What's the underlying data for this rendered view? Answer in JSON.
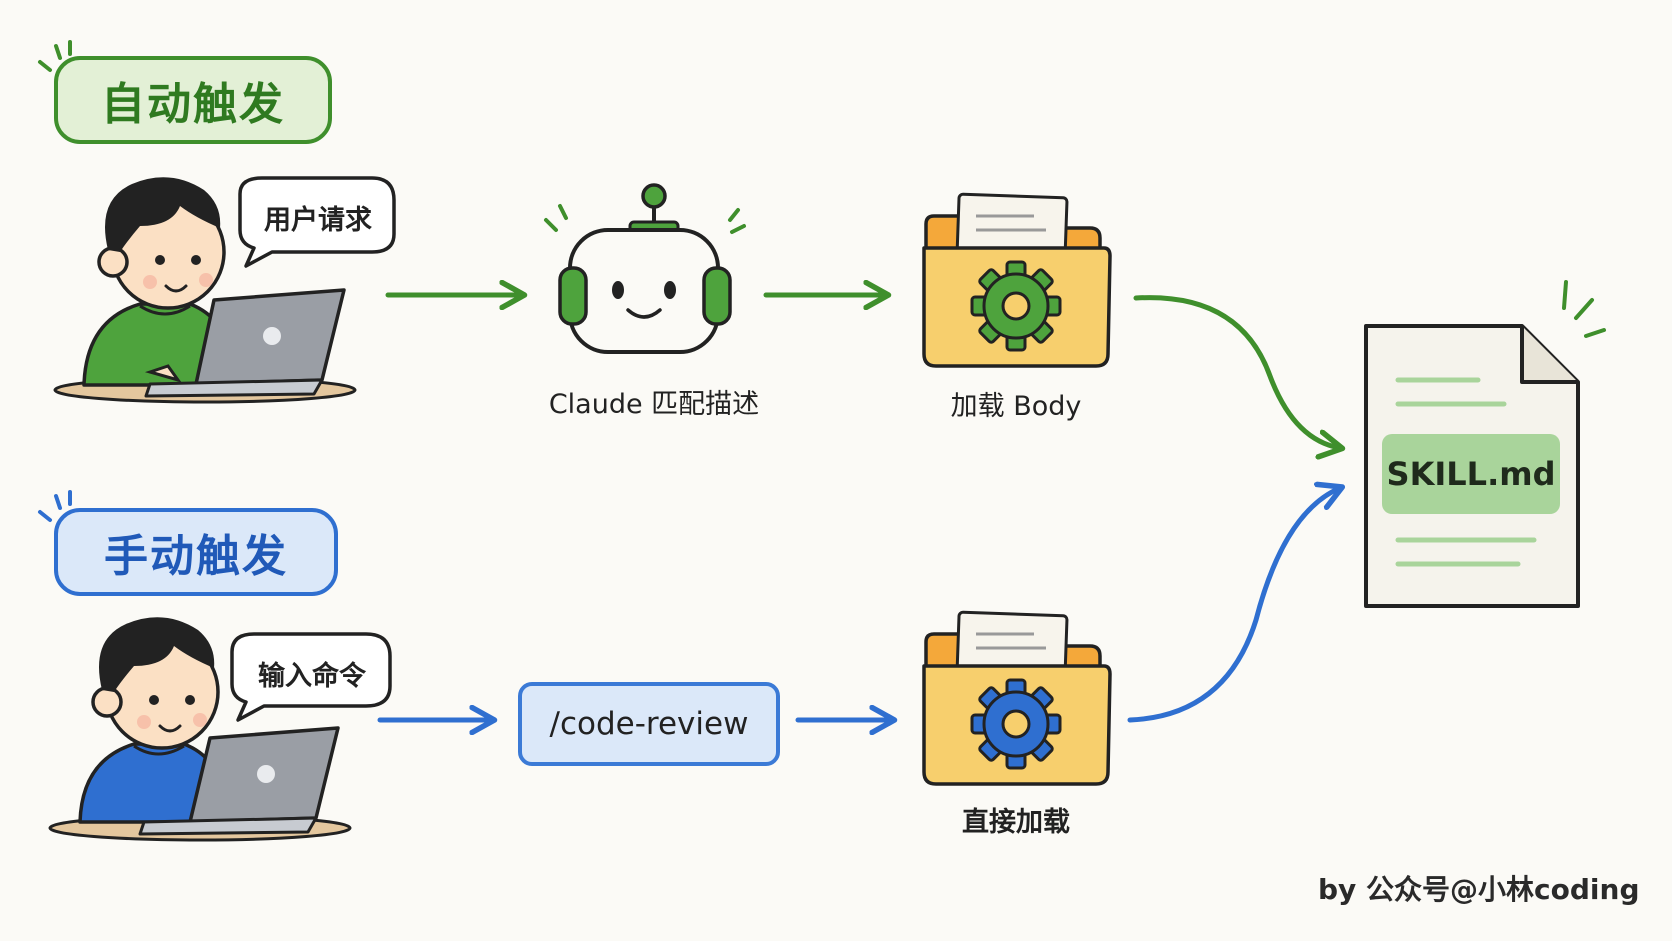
{
  "auto": {
    "title": "自动触发",
    "bubble": "用户请求",
    "step1_caption": "Claude 匹配描述",
    "step2_caption": "加载 Body"
  },
  "manual": {
    "title": "手动触发",
    "bubble": "输入命令",
    "command": "/code-review",
    "step2_caption": "直接加载"
  },
  "target": {
    "file_label": "SKILL.md"
  },
  "credit": "by 公众号@小林coding",
  "colors": {
    "background": "#fbfaf6",
    "green_path": "#3f8f2c",
    "blue_path": "#2f6fd0",
    "folder": "#f7cf6d",
    "folder_tab": "#f4a83a",
    "document": "#f5f3ec"
  },
  "icons": {
    "user_auto": "person-at-laptop-icon",
    "user_manual": "person-at-laptop-icon",
    "bot": "robot-head-icon",
    "folder": "folder-with-gear-icon",
    "file": "document-icon"
  }
}
